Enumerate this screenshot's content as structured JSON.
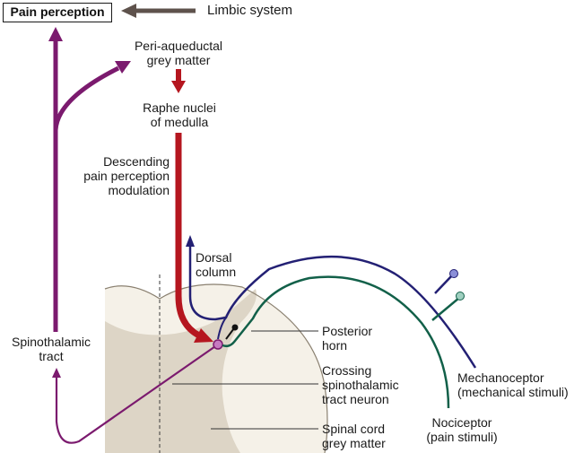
{
  "diagram": {
    "title": "Pain perception",
    "labels": {
      "limbic_system": "Limbic system",
      "periaqueductal": "Peri-aqueductal\ngrey matter",
      "raphe": "Raphe nuclei\nof medulla",
      "descending": "Descending\npain perception\nmodulation",
      "dorsal_column": "Dorsal\ncolumn",
      "spinothalamic_tract": "Spinothalamic\ntract",
      "posterior_horn": "Posterior\nhorn",
      "crossing_neuron": "Crossing\nspinothalamic\ntract neuron",
      "spinal_cord_grey": "Spinal cord\ngrey matter",
      "mechanoceptor": "Mechanoceptor\n(mechanical stimuli)",
      "nociceptor": "Nociceptor\n(pain stimuli)"
    },
    "colors": {
      "spinothalamic": "#7b1a6e",
      "descending": "#b5161f",
      "mechanoceptor": "#232074",
      "nociceptor": "#126049",
      "limbic_arrow": "#5e524c",
      "cord_white": "#f5f1e8",
      "cord_grey": "#ddd5c6",
      "cord_outline": "#8a8070"
    }
  }
}
